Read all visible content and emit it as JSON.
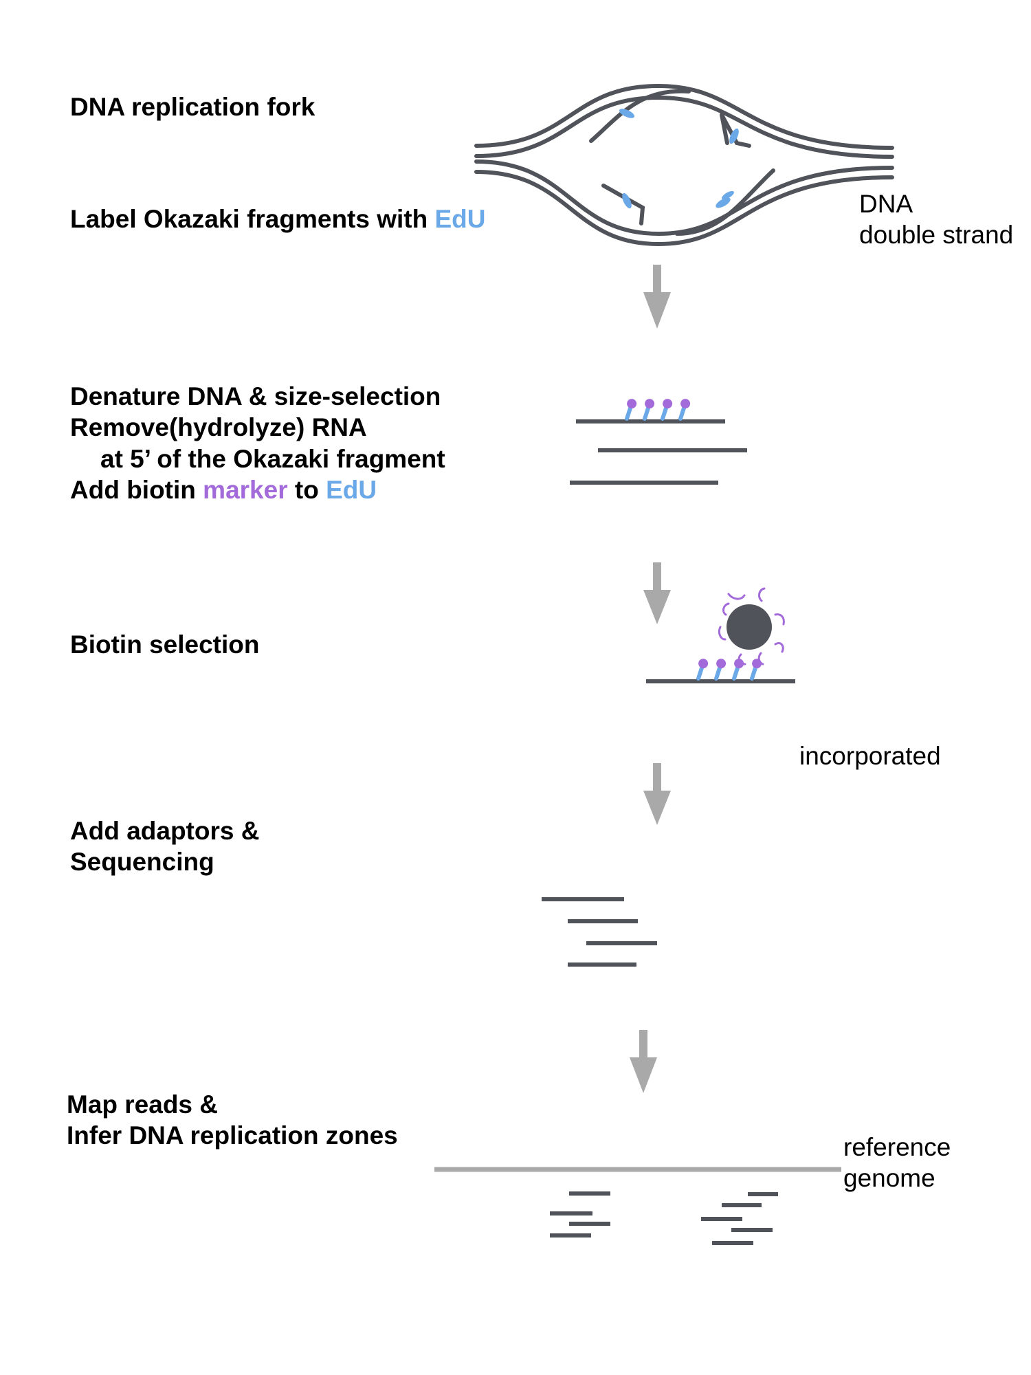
{
  "steps": {
    "fork": {
      "title": "DNA replication fork"
    },
    "label": {
      "text": "Label Okazaki fragments with ",
      "edu": "EdU"
    },
    "denature": {
      "line1": "Denature DNA & size-selection",
      "line2": "Remove(hydrolyze) RNA",
      "line3": "at 5’ of the Okazaki fragment",
      "line4_text": "Add biotin ",
      "line4_marker": "marker",
      "line4_to": " to ",
      "line4_edu": "EdU"
    },
    "biotin": {
      "title": "Biotin selection"
    },
    "adaptors": {
      "line1": "Add adaptors &",
      "line2": "Sequencing"
    },
    "map": {
      "line1": "Map reads &",
      "line2": "Infer DNA replication zones"
    }
  },
  "notes": {
    "dna_line1": "DNA",
    "dna_line2": "double strand",
    "incorporated": "incorporated",
    "reference_line1": "reference",
    "reference_line2": "genome"
  },
  "colors": {
    "strand": "#50535a",
    "edu": "#6aa8e8",
    "biotin": "#a36ad9",
    "arrow": "#a9a9a9",
    "reference": "#a9a9a9"
  }
}
